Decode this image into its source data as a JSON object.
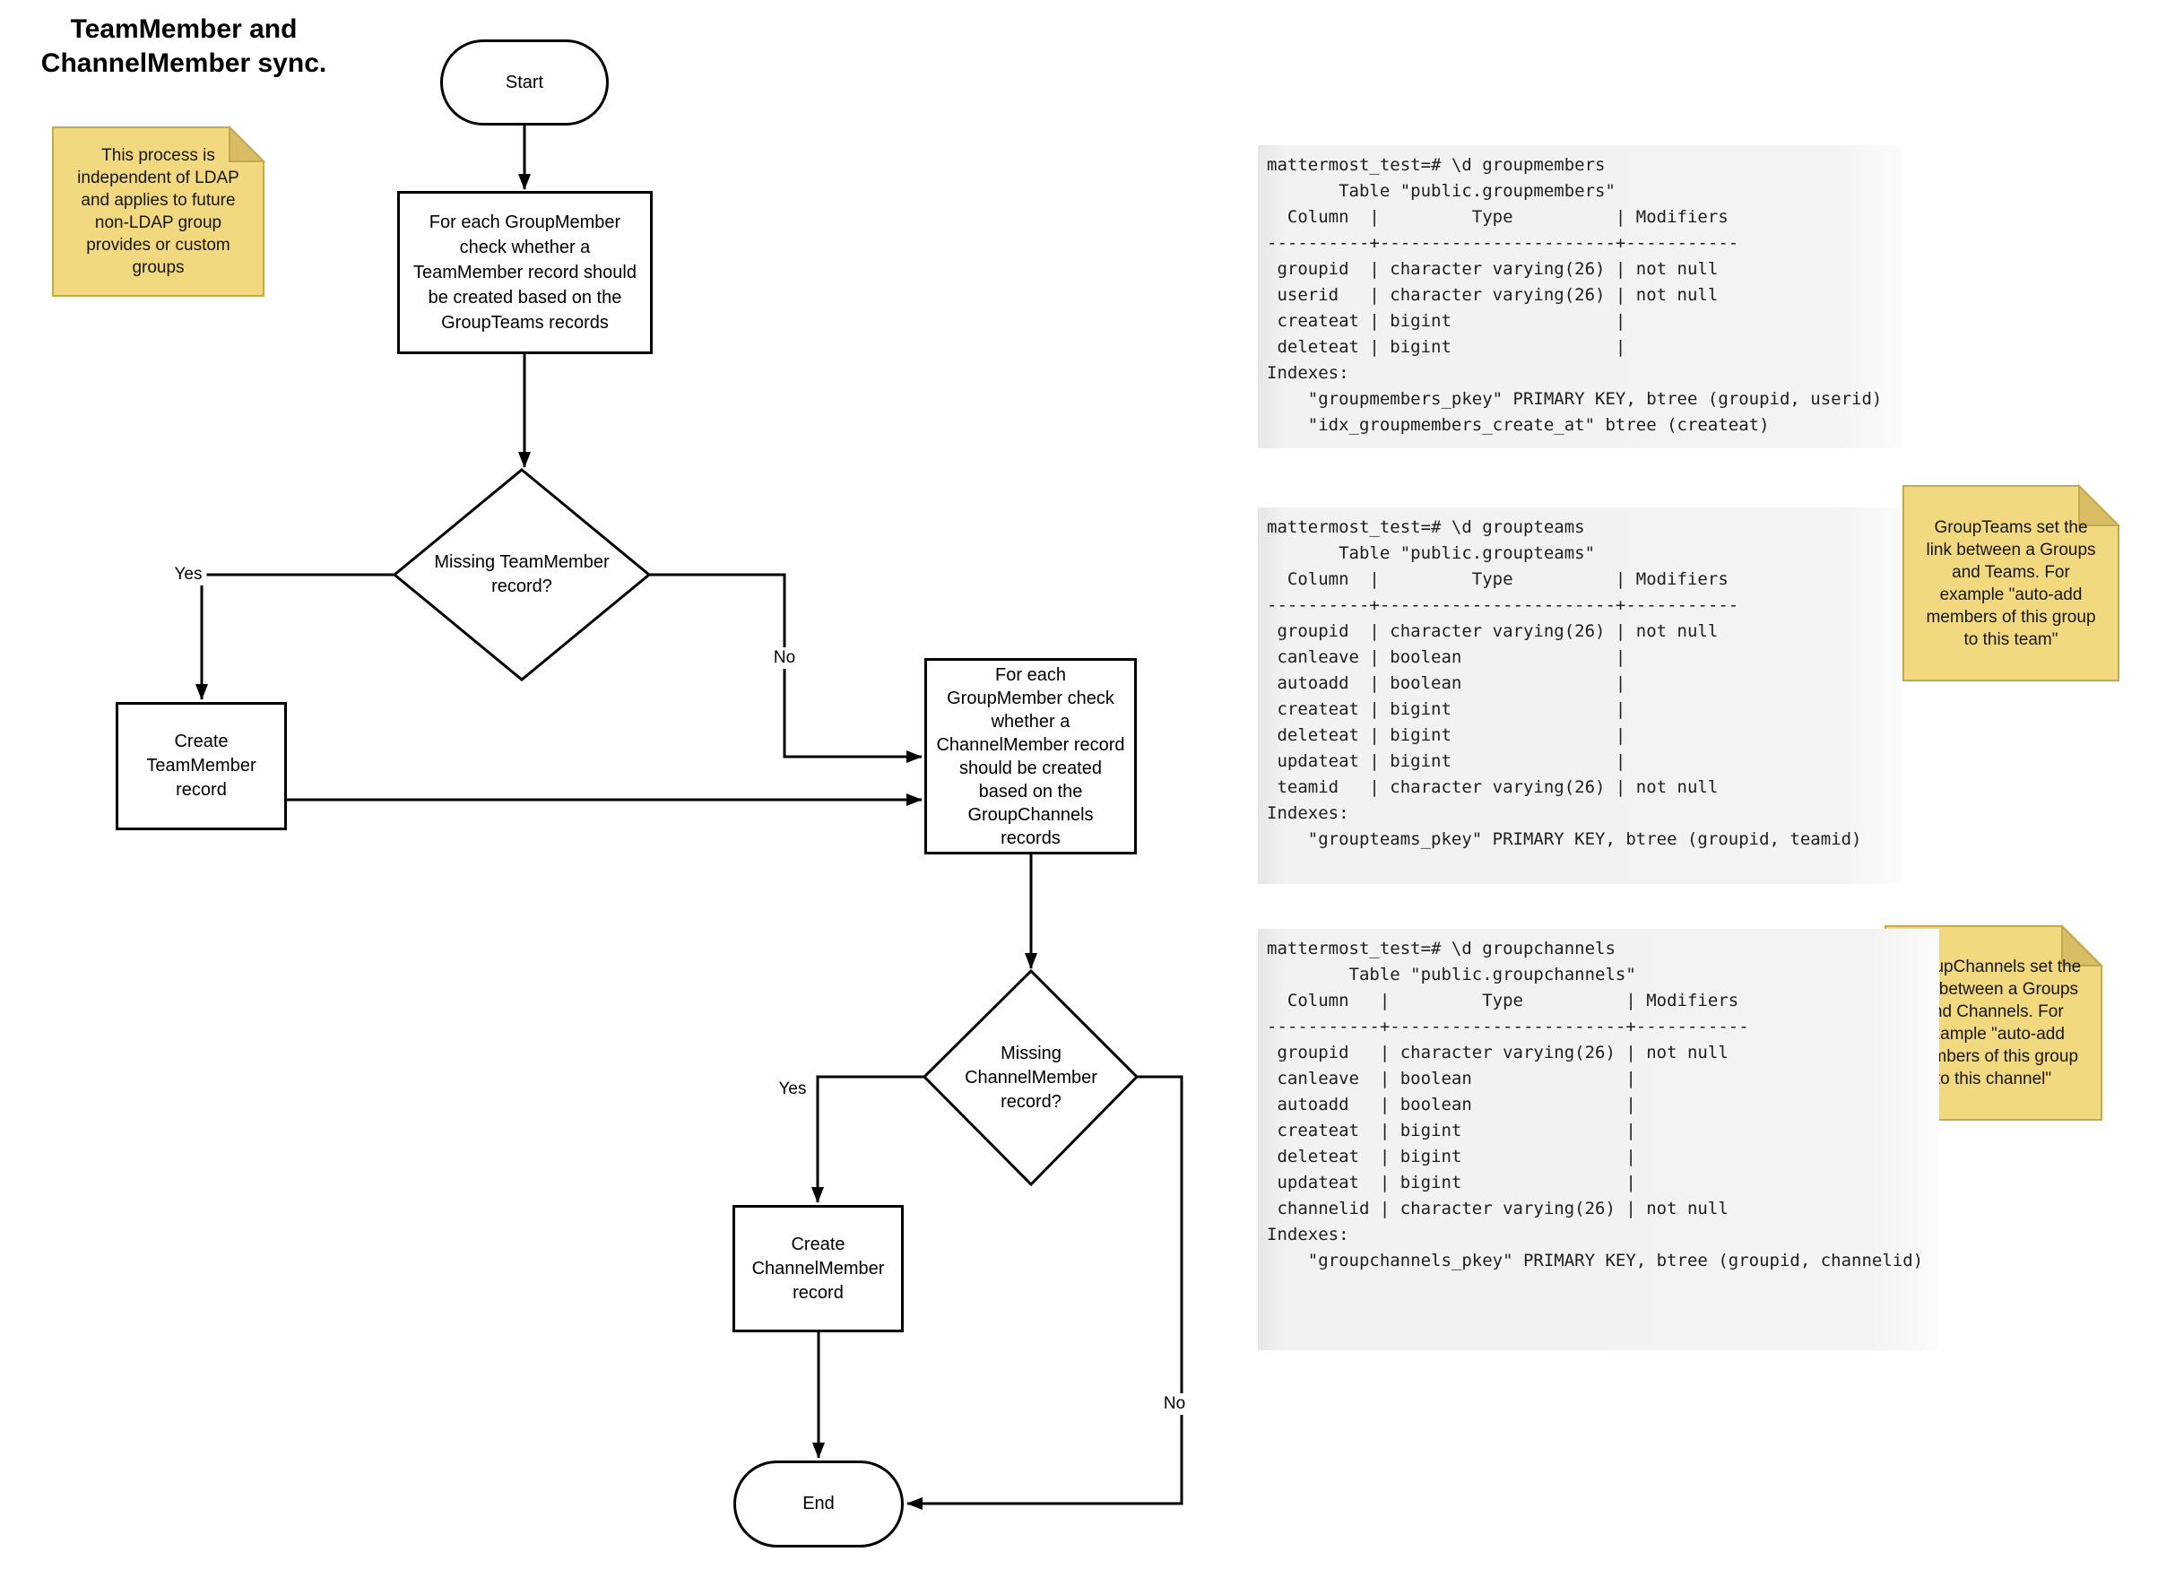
{
  "title": "TeamMember and\nChannelMember sync.",
  "colors": {
    "note_fill": "#F2D980",
    "note_fold": "#D8BD64",
    "note_border": "#C3A84F",
    "line": "#000000",
    "panel": "#F3F3F3"
  },
  "notes": {
    "ldap": "This process is\nindependent of LDAP\nand applies to future\nnon-LDAP group\nprovides or custom\ngroups",
    "groupteams": "GroupTeams set the\nlink between a Groups\nand Teams. For\nexample \"auto-add\nmembers of this group\nto this team\"",
    "groupchannels": "GroupChannels set the\nlink between a Groups\nand Channels. For\nexample \"auto-add\nmembers of this group\nto this channel\""
  },
  "flowchart": {
    "start": "Start",
    "check_team": "For each GroupMember\ncheck whether a\nTeamMember record should\nbe created based on the\nGroupTeams records",
    "missing_team": "Missing TeamMember\nrecord?",
    "create_team": "Create\nTeamMember\nrecord",
    "check_channel": "For each\nGroupMember check\nwhether a\nChannelMember record\nshould be created\nbased on the\nGroupChannels\nrecords",
    "missing_channel": "Missing\nChannelMember\nrecord?",
    "create_channel": "Create\nChannelMember\nrecord",
    "end": "End",
    "labels": {
      "yes1": "Yes",
      "no1": "No",
      "yes2": "Yes",
      "no2": "No"
    }
  },
  "terminals": {
    "groupmembers": {
      "lines": [
        "mattermost_test=# \\d groupmembers",
        "       Table \"public.groupmembers\"",
        "  Column  |         Type          | Modifiers",
        "----------+-----------------------+-----------",
        " groupid  | character varying(26) | not null",
        " userid   | character varying(26) | not null",
        " createat | bigint                |",
        " deleteat | bigint                |",
        "Indexes:",
        "    \"groupmembers_pkey\" PRIMARY KEY, btree (groupid, userid)",
        "    \"idx_groupmembers_create_at\" btree (createat)"
      ]
    },
    "groupteams": {
      "lines": [
        "mattermost_test=# \\d groupteams",
        "       Table \"public.groupteams\"",
        "  Column  |         Type          | Modifiers",
        "----------+-----------------------+-----------",
        " groupid  | character varying(26) | not null",
        " canleave | boolean               |",
        " autoadd  | boolean               |",
        " createat | bigint                |",
        " deleteat | bigint                |",
        " updateat | bigint                |",
        " teamid   | character varying(26) | not null",
        "Indexes:",
        "    \"groupteams_pkey\" PRIMARY KEY, btree (groupid, teamid)"
      ]
    },
    "groupchannels": {
      "lines": [
        "mattermost_test=# \\d groupchannels",
        "        Table \"public.groupchannels\"",
        "  Column   |         Type          | Modifiers",
        "-----------+-----------------------+-----------",
        " groupid   | character varying(26) | not null",
        " canleave  | boolean               |",
        " autoadd   | boolean               |",
        " createat  | bigint                |",
        " deleteat  | bigint                |",
        " updateat  | bigint                |",
        " channelid | character varying(26) | not null",
        "Indexes:",
        "    \"groupchannels_pkey\" PRIMARY KEY, btree (groupid, channelid)"
      ]
    }
  }
}
